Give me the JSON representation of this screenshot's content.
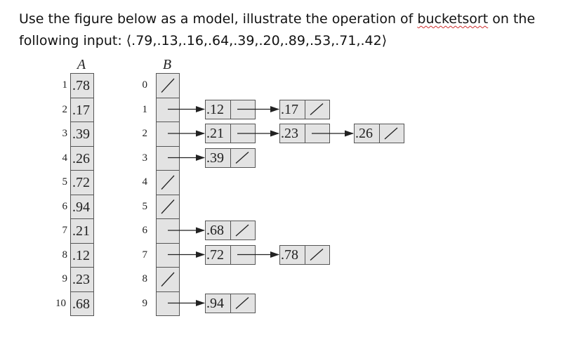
{
  "problem": {
    "line1_before": "Use the figure below as a model, illustrate the operation of ",
    "line1_squiggle": "bucketsort",
    "line1_after": " on the",
    "line2": "following input: ⟨.79,.13,.16,.64,.39,.20,.89,.53,.71,.42⟩"
  },
  "figure": {
    "array_a": {
      "label": "A",
      "indices": [
        "1",
        "2",
        "3",
        "4",
        "5",
        "6",
        "7",
        "8",
        "9",
        "10"
      ],
      "values": [
        ".78",
        ".17",
        ".39",
        ".26",
        ".72",
        ".94",
        ".21",
        ".12",
        ".23",
        ".68"
      ]
    },
    "array_b": {
      "label": "B",
      "indices": [
        "0",
        "1",
        "2",
        "3",
        "4",
        "5",
        "6",
        "7",
        "8",
        "9"
      ],
      "empty_buckets": [
        0,
        4,
        5,
        8
      ]
    },
    "lists": [
      {
        "bucket": 1,
        "items": [
          ".12",
          ".17"
        ]
      },
      {
        "bucket": 2,
        "items": [
          ".21",
          ".23",
          ".26"
        ]
      },
      {
        "bucket": 3,
        "items": [
          ".39"
        ]
      },
      {
        "bucket": 6,
        "items": [
          ".68"
        ]
      },
      {
        "bucket": 7,
        "items": [
          ".72",
          ".78"
        ]
      },
      {
        "bucket": 9,
        "items": [
          ".94"
        ]
      }
    ],
    "colors": {
      "cell_fill": "#e3e3e3",
      "border": "#555555",
      "line": "#222222",
      "squiggle": "#d03030"
    }
  }
}
